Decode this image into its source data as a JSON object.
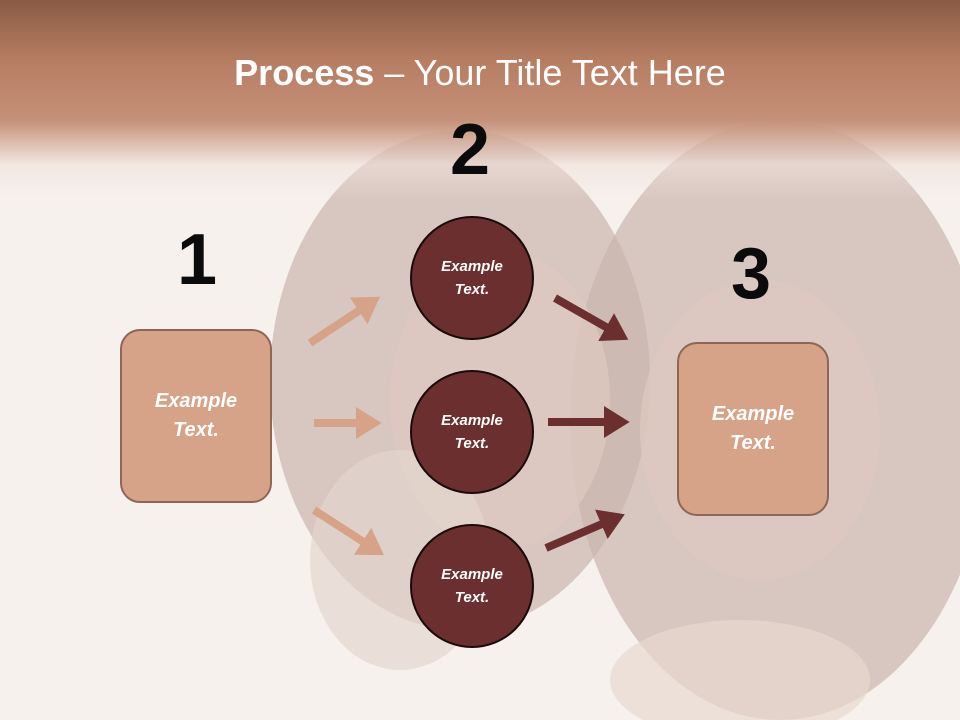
{
  "title": {
    "bold": "Process",
    "rest": " – Your Title Text Here"
  },
  "steps": [
    {
      "number": "1",
      "label": "Example\nText."
    },
    {
      "number": "2"
    },
    {
      "number": "3",
      "label": "Example\nText."
    }
  ],
  "circles": [
    {
      "label": "Example\nText."
    },
    {
      "label": "Example\nText."
    },
    {
      "label": "Example\nText."
    }
  ],
  "colors": {
    "header": "#b67d62",
    "box_fill": "#d6a389",
    "circle_fill": "#6b2f30",
    "arrow_light": "#d6a389",
    "arrow_dark": "#6b2f30"
  }
}
